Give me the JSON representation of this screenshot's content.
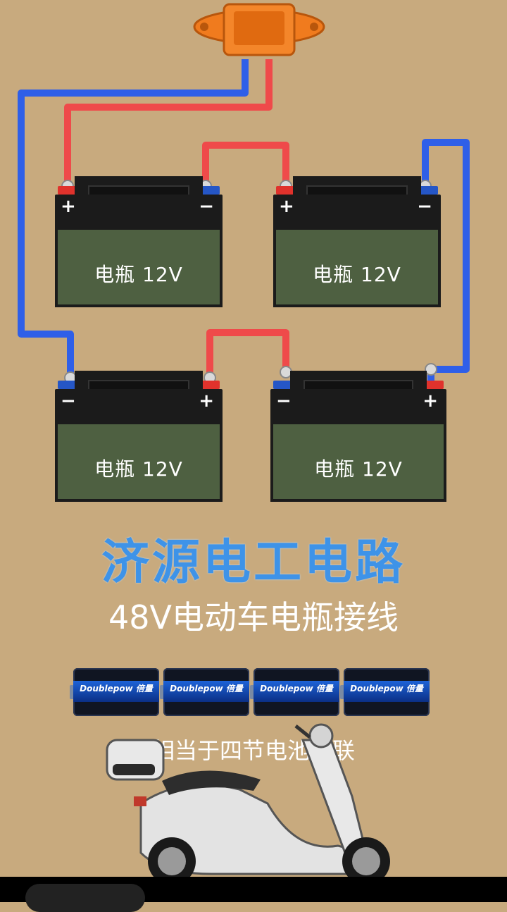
{
  "batteries": [
    {
      "label": "电瓶  12V",
      "left_sign": "+",
      "right_sign": "−"
    },
    {
      "label": "电瓶  12V",
      "left_sign": "+",
      "right_sign": "−"
    },
    {
      "label": "电瓶  12V",
      "left_sign": "−",
      "right_sign": "+"
    },
    {
      "label": "电瓶  12V",
      "left_sign": "−",
      "right_sign": "+"
    }
  ],
  "title": "济源电工电路",
  "subtitle": "48V电动车电瓶接线",
  "cells": [
    {
      "brand": "Doublepow 倍量"
    },
    {
      "brand": "Doublepow 倍量"
    },
    {
      "brand": "Doublepow 倍量"
    },
    {
      "brand": "Doublepow 倍量"
    }
  ],
  "caption": "相当于四节电池串联",
  "colors": {
    "background": "#c8aa7e",
    "positive_wire": "#ef4a4a",
    "negative_wire": "#2f5fe8",
    "battery_body": "#4e6041",
    "title": "#3e93e8",
    "connector": "#f07b1e"
  }
}
